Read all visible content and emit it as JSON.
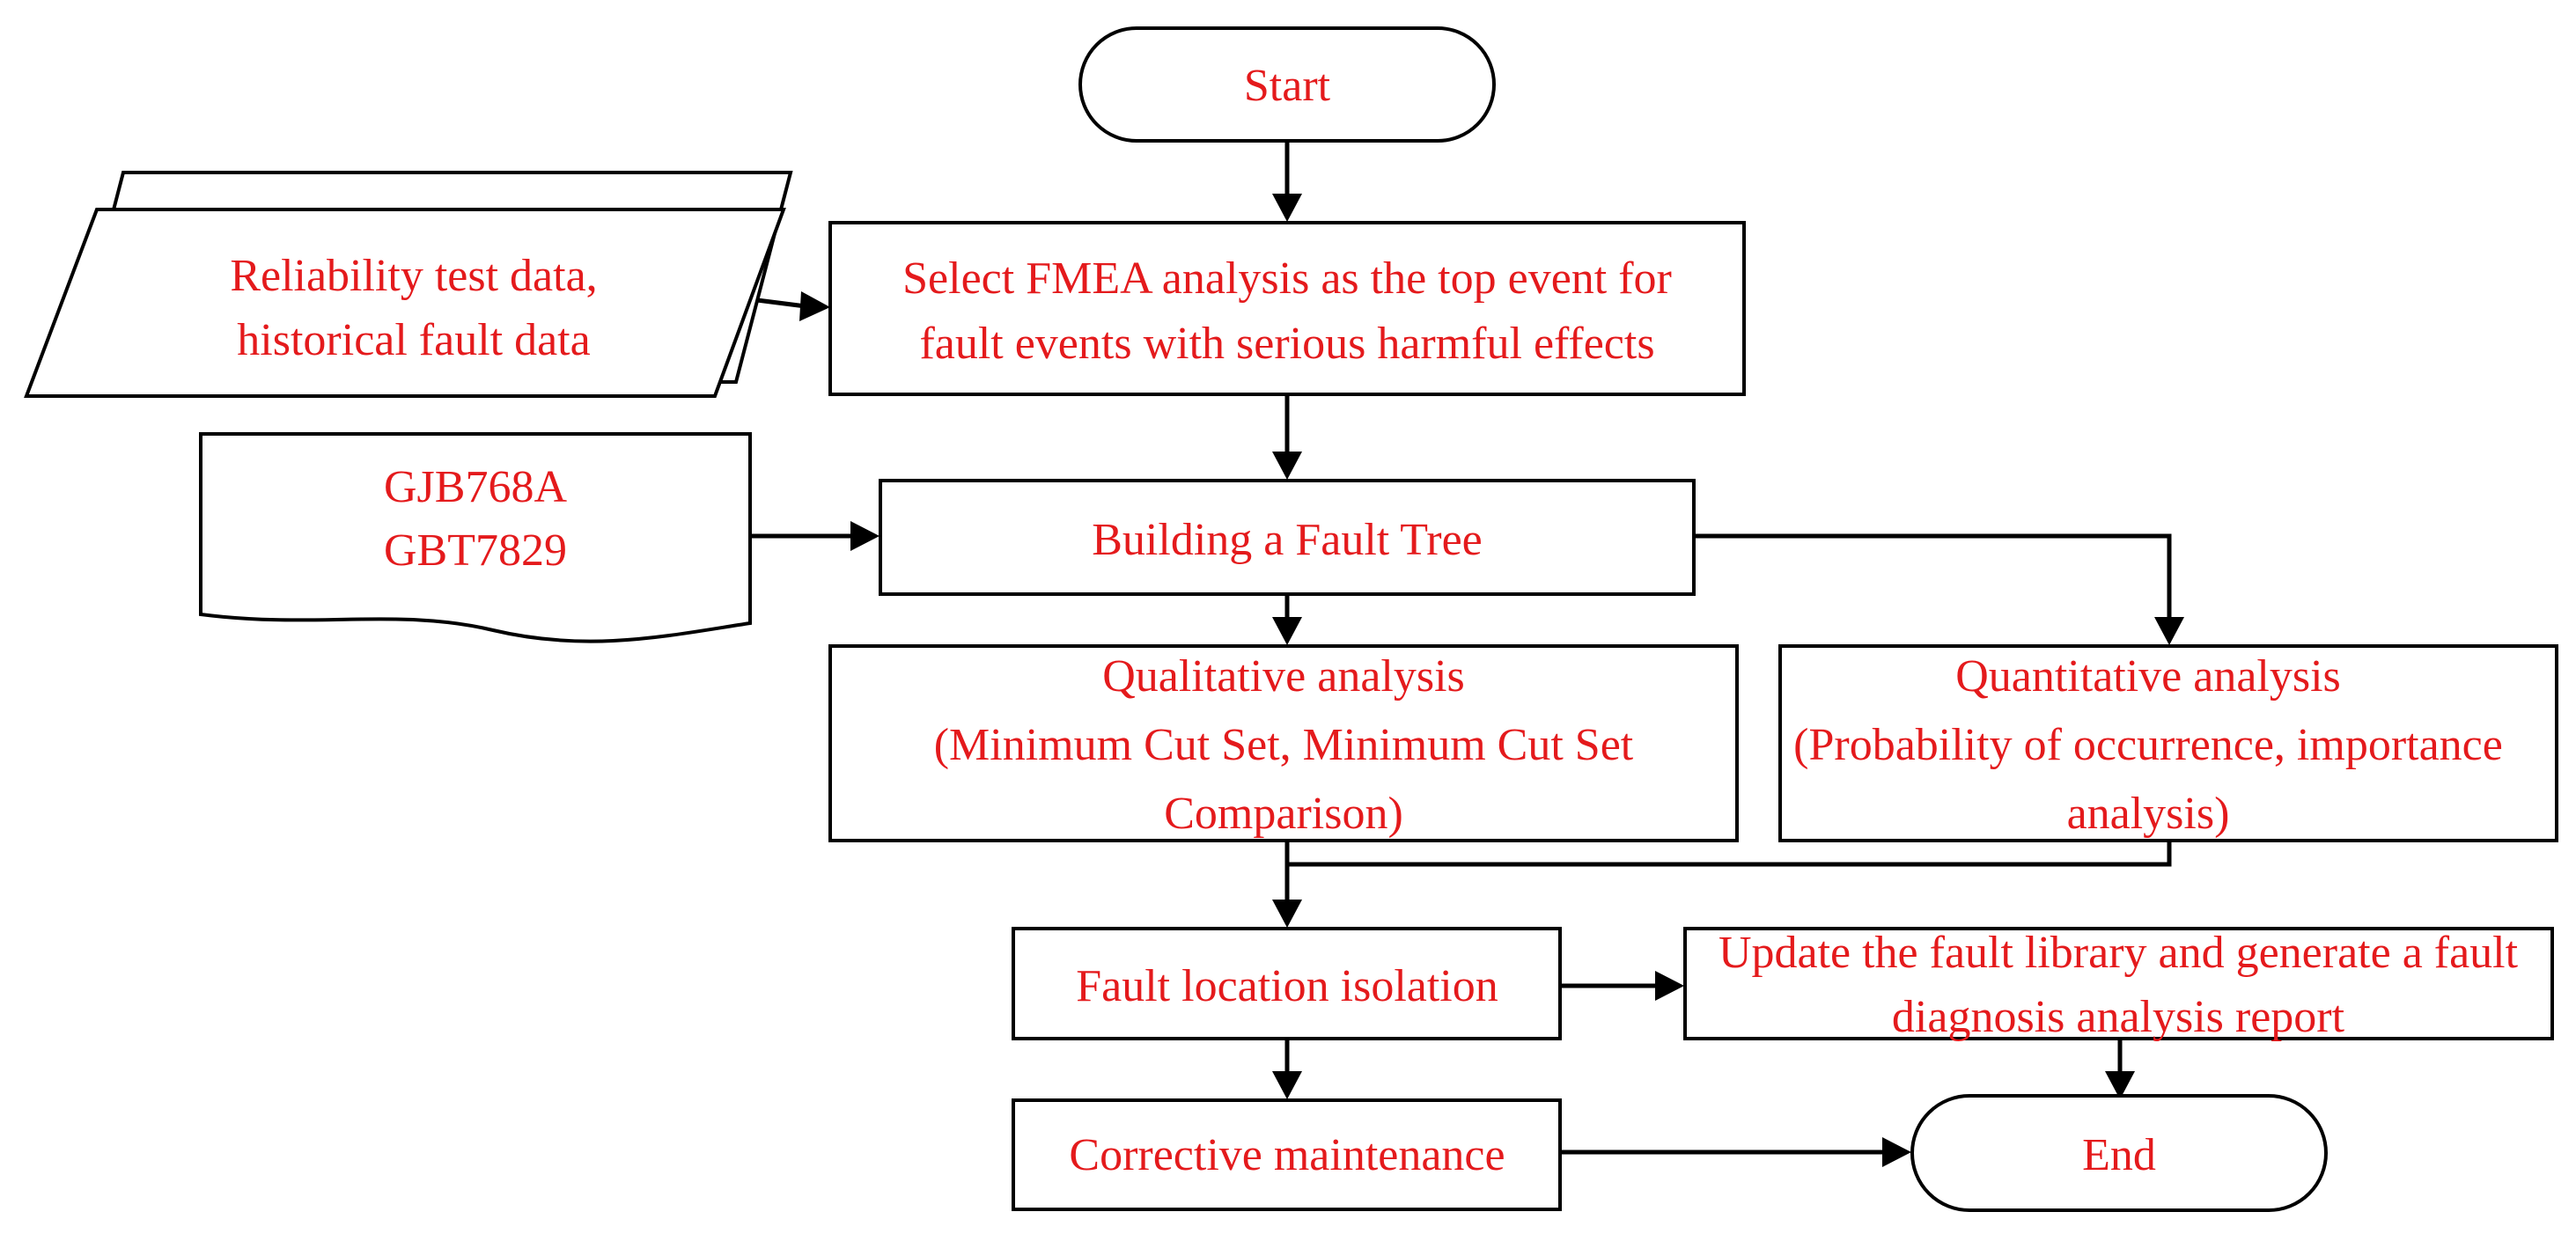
{
  "nodes": {
    "start": "Start",
    "input_data": [
      "Reliability test data,",
      "historical fault data"
    ],
    "standards": [
      "GJB768A",
      "GBT7829"
    ],
    "select_fmea": [
      "Select FMEA analysis as the top event for",
      "fault events with serious harmful effects"
    ],
    "build_tree": "Building a Fault Tree",
    "qualitative": [
      "Qualitative analysis",
      "(Minimum Cut Set, Minimum Cut Set",
      "Comparison)"
    ],
    "quantitative": [
      "Quantitative analysis",
      "(Probability of occurrence, importance",
      "analysis)"
    ],
    "fault_isolation": "Fault location isolation",
    "update_library": [
      "Update the fault library and generate a fault",
      "diagnosis analysis report"
    ],
    "corrective": "Corrective maintenance",
    "end": "End"
  },
  "colors": {
    "text": "#e41a1c",
    "line": "#000000",
    "fill": "#ffffff"
  }
}
